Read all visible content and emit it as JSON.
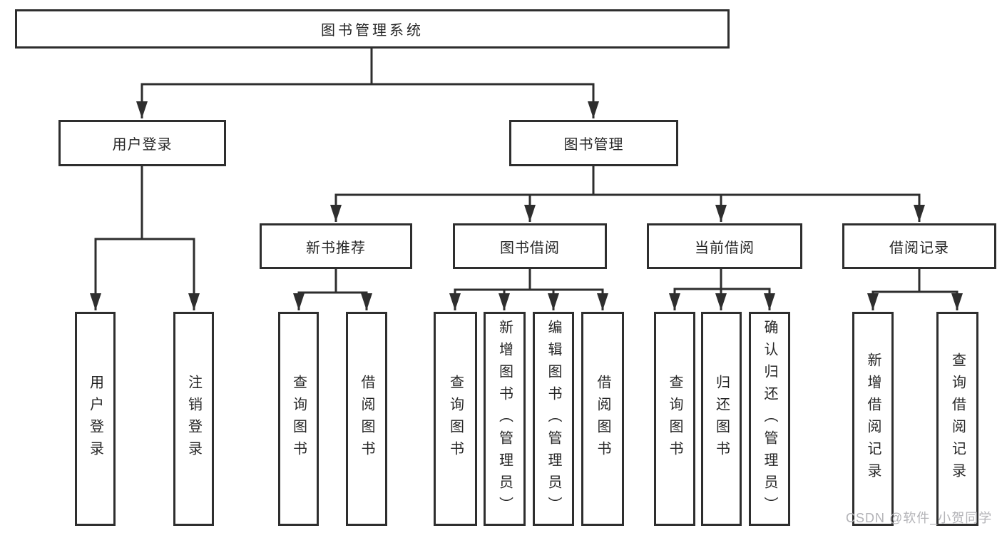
{
  "diagram": {
    "nodes": {
      "root": "图书管理系统",
      "user_login": "用户登录",
      "book_mgmt": "图书管理",
      "new_book_rec": "新书推荐",
      "book_borrow": "图书借阅",
      "current_borrow": "当前借阅",
      "borrow_records": "借阅记录",
      "leaf_user_login": "用户登录",
      "leaf_logout": "注销登录",
      "leaf_query_books_rec": "查询图书",
      "leaf_borrow_books_rec": "借阅图书",
      "leaf_query_books_borrow": "查询图书",
      "leaf_add_books_admin": "新增图书（管理员）",
      "leaf_edit_books_admin": "编辑图书（管理员）",
      "leaf_borrow_books_borrow": "借阅图书",
      "leaf_query_books_current": "查询图书",
      "leaf_return_books": "归还图书",
      "leaf_confirm_return_admin": "确认归还（管理员）",
      "leaf_add_borrow_record": "新增借阅记录",
      "leaf_query_borrow_record": "查询借阅记录"
    },
    "hierarchy": [
      {
        "parent": "图书管理系统",
        "children": [
          "用户登录",
          "图书管理"
        ]
      },
      {
        "parent": "用户登录",
        "children": [
          "用户登录",
          "注销登录"
        ]
      },
      {
        "parent": "图书管理",
        "children": [
          "新书推荐",
          "图书借阅",
          "当前借阅",
          "借阅记录"
        ]
      },
      {
        "parent": "新书推荐",
        "children": [
          "查询图书",
          "借阅图书"
        ]
      },
      {
        "parent": "图书借阅",
        "children": [
          "查询图书",
          "新增图书（管理员）",
          "编辑图书（管理员）",
          "借阅图书"
        ]
      },
      {
        "parent": "当前借阅",
        "children": [
          "查询图书",
          "归还图书",
          "确认归还（管理员）"
        ]
      },
      {
        "parent": "借阅记录",
        "children": [
          "新增借阅记录",
          "查询借阅记录"
        ]
      }
    ]
  },
  "watermark": {
    "text": "CSDN @软件_小贺同学"
  },
  "colors": {
    "line": "#2e2e2e",
    "box_border": "#2e2e2e",
    "text": "#262626",
    "background": "#ffffff",
    "watermark": "#b3b3b7"
  }
}
